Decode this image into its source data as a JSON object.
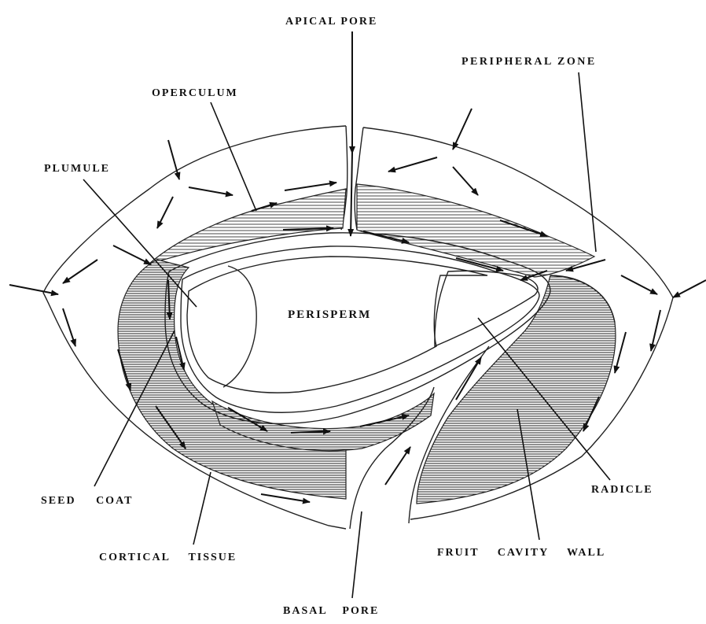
{
  "labels": {
    "apical_pore": "APICAL PORE",
    "peripheral_zone": "PERIPHERAL ZONE",
    "operculum": "OPERCULUM",
    "plumule": "PLUMULE",
    "perisperm": "PERISPERM",
    "radicle": "RADICLE",
    "seed_coat": "SEED COAT",
    "cortical_tissue": "CORTICAL TISSUE",
    "basal_pore": "BASAL PORE",
    "fruit_cavity_wall": "FRUIT CAVITY WALL"
  }
}
